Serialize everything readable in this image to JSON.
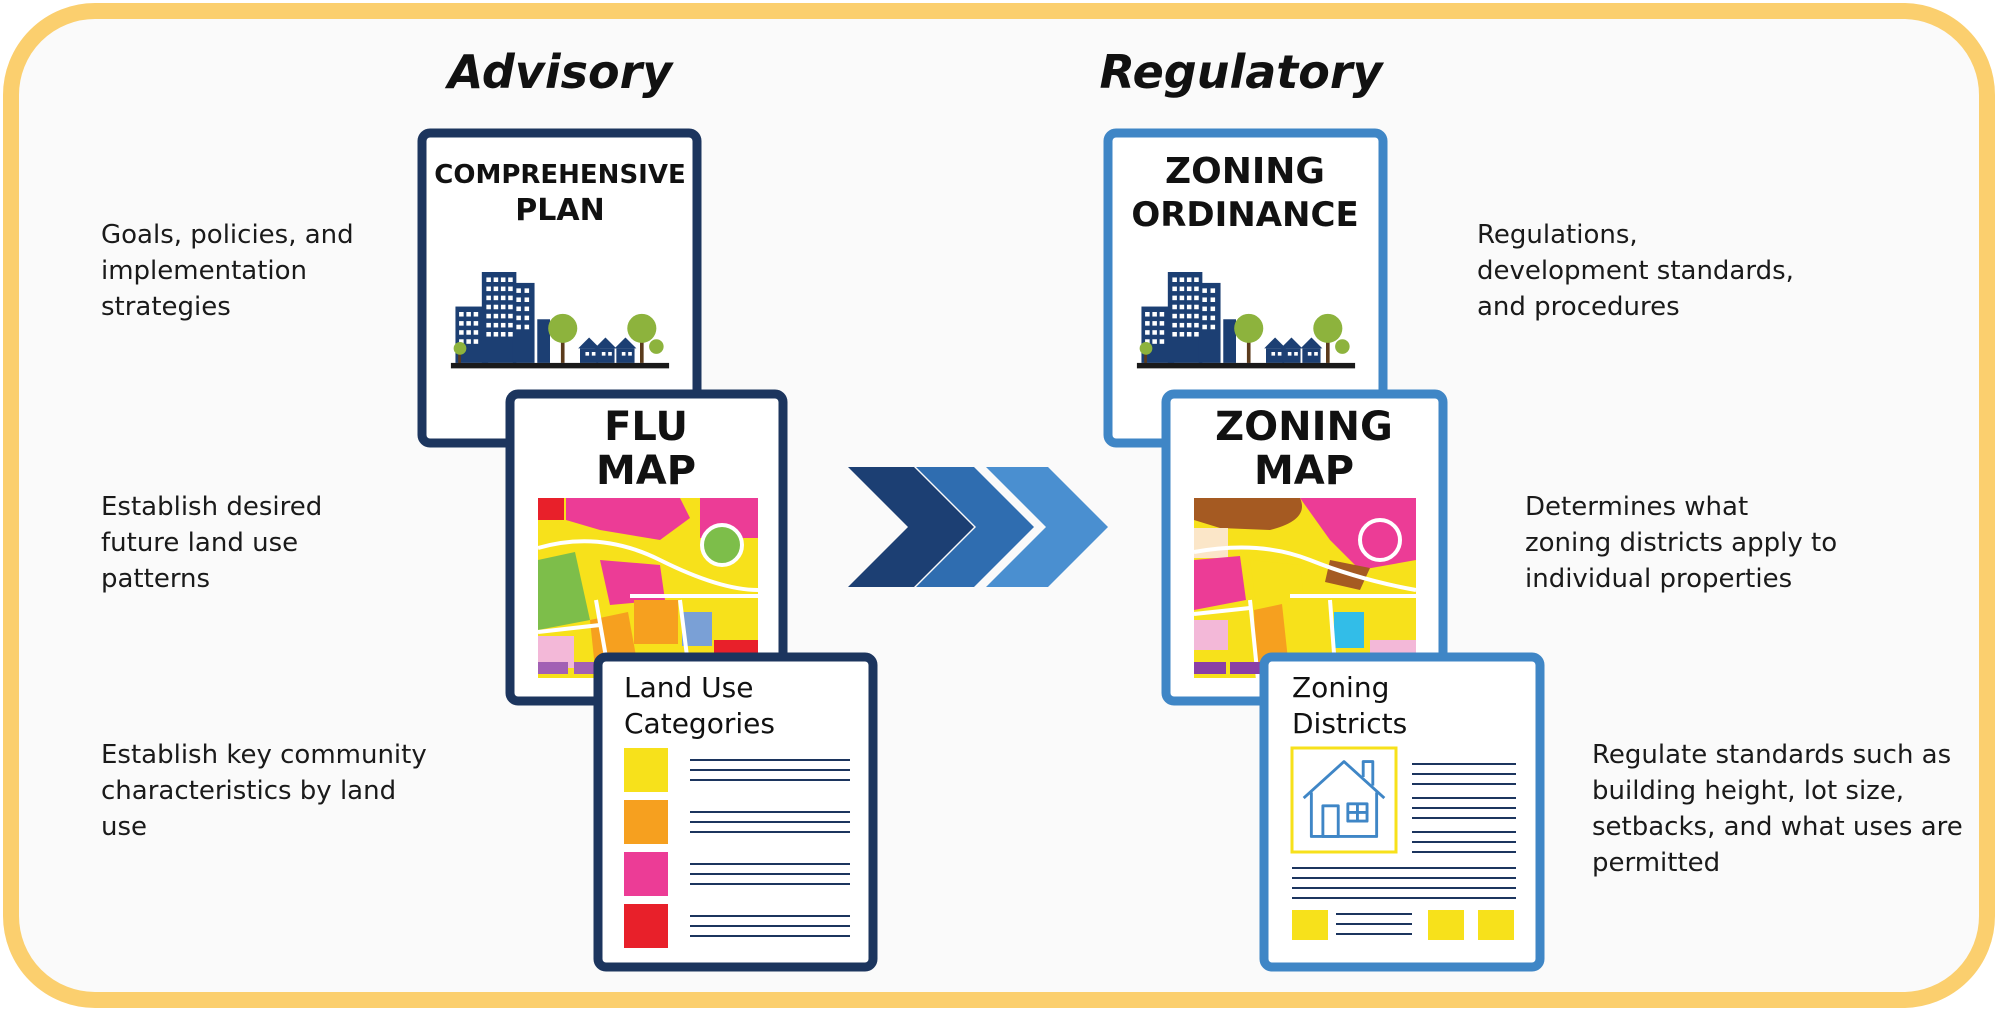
{
  "headings": {
    "advisory": "Advisory",
    "regulatory": "Regulatory"
  },
  "advisory": {
    "comprehensive_plan": {
      "line1": "COMPREHENSIVE",
      "line2": "PLAN"
    },
    "flu_map": {
      "line1": "FLU",
      "line2": "MAP"
    },
    "land_use_categories": {
      "line1": "Land Use",
      "line2": "Categories"
    },
    "descriptions": [
      "Goals, policies, and\nimplementation\nstrategies",
      "Establish desired\nfuture land use\npatterns",
      "Establish key community\ncharacteristics by land\nuse"
    ],
    "category_colors": [
      "#f7e11b",
      "#f6a01f",
      "#ec3c96",
      "#e8202a"
    ]
  },
  "regulatory": {
    "zoning_ordinance": {
      "line1": "ZONING",
      "line2": "ORDINANCE"
    },
    "zoning_map": {
      "line1": "ZONING",
      "line2": "MAP"
    },
    "zoning_districts": {
      "line1": "Zoning",
      "line2": "Districts"
    },
    "descriptions": [
      "Regulations,\ndevelopment standards,\nand procedures",
      "Determines what\nzoning districts apply to\nindividual properties",
      "Regulate standards such as\nbuilding height, lot size,\nsetbacks, and what uses are\npermitted"
    ]
  },
  "colors": {
    "frame": "#fbcf6e",
    "advisory_border": "#1c355e",
    "regulatory_border": "#3f86c6",
    "chevron_dark": "#1c3f73",
    "chevron_mid": "#2f6db0",
    "chevron_light": "#4a8fd0"
  },
  "icons": [
    "city-skyline-icon",
    "house-icon",
    "chevron-arrow-icon"
  ]
}
